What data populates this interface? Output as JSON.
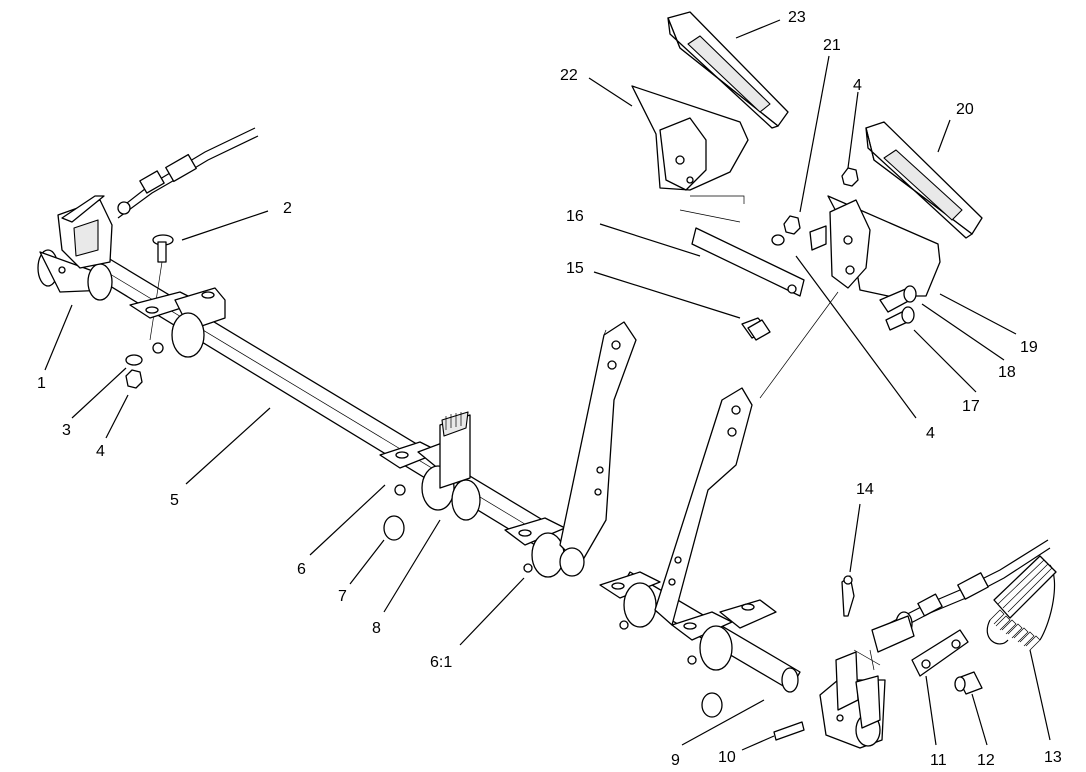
{
  "callouts": [
    {
      "id": "1",
      "label": "1"
    },
    {
      "id": "2",
      "label": "2"
    },
    {
      "id": "3",
      "label": "3"
    },
    {
      "id": "4a",
      "label": "4"
    },
    {
      "id": "5",
      "label": "5"
    },
    {
      "id": "6",
      "label": "6"
    },
    {
      "id": "7",
      "label": "7"
    },
    {
      "id": "8",
      "label": "8"
    },
    {
      "id": "6-1",
      "label": "6:1"
    },
    {
      "id": "9",
      "label": "9"
    },
    {
      "id": "10",
      "label": "10"
    },
    {
      "id": "11",
      "label": "11"
    },
    {
      "id": "12",
      "label": "12"
    },
    {
      "id": "13",
      "label": "13"
    },
    {
      "id": "14",
      "label": "14"
    },
    {
      "id": "15",
      "label": "15"
    },
    {
      "id": "16",
      "label": "16"
    },
    {
      "id": "17",
      "label": "17"
    },
    {
      "id": "18",
      "label": "18"
    },
    {
      "id": "19",
      "label": "19"
    },
    {
      "id": "20",
      "label": "20"
    },
    {
      "id": "21",
      "label": "21"
    },
    {
      "id": "22",
      "label": "22"
    },
    {
      "id": "23",
      "label": "23"
    },
    {
      "id": "4b",
      "label": "4"
    },
    {
      "id": "4c",
      "label": "4"
    }
  ]
}
